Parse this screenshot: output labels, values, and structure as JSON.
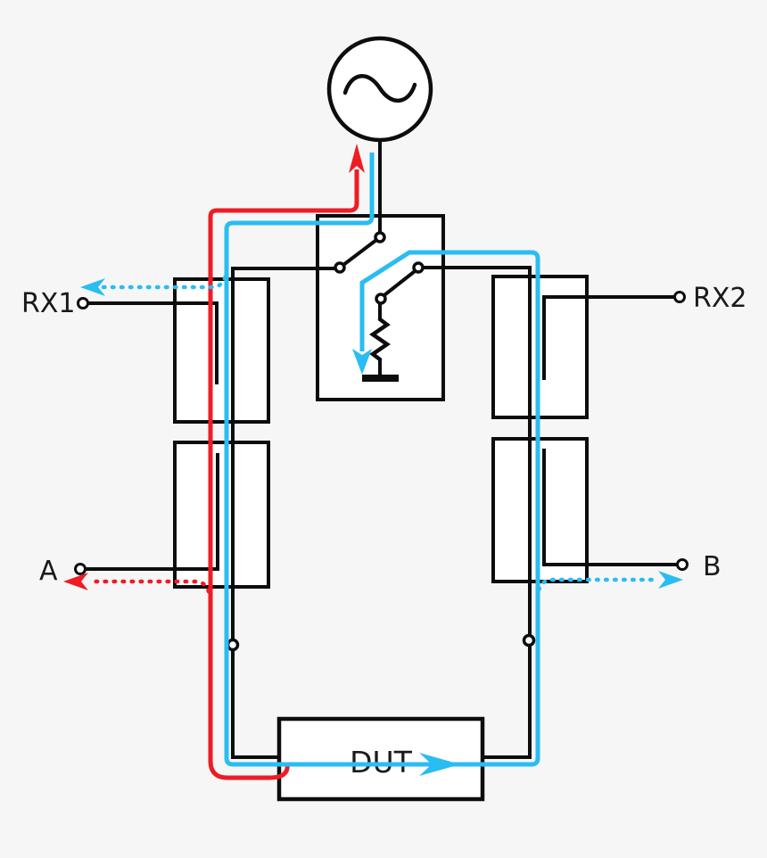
{
  "diagram": {
    "kind": "rf-test-set-schematic",
    "colors": {
      "background": "#f5f6f5",
      "wire": "#0d0d0d",
      "forward_path": "#29bdf2",
      "reverse_path": "#ee1c25"
    },
    "labels": {
      "rx1": "RX1",
      "rx2": "RX2",
      "port_a": "A",
      "port_b": "B",
      "dut": "DUT"
    },
    "components": {
      "source": "ac-signal-source",
      "switch": "spdt-switch",
      "termination": "resistor-to-ground",
      "couplers": [
        "directional-coupler-top-left",
        "directional-coupler-bottom-left",
        "directional-coupler-top-right",
        "directional-coupler-bottom-right"
      ],
      "device": "device-under-test"
    },
    "flows": {
      "forward_arrow": "cyan-solid-source-to-termination",
      "forward_tap_arrows": [
        "to-RX1",
        "to-B"
      ],
      "reverse_arrow": "red-solid-dut-back-to-source",
      "reverse_tap_arrows": [
        "to-A"
      ]
    }
  }
}
